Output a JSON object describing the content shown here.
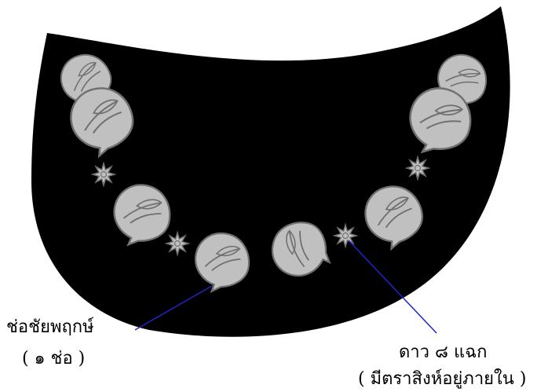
{
  "figure": {
    "background": "#ffffff",
    "badge_color": "#000000",
    "ornament_fill": "#c0c0c0",
    "ornament_stroke": "#6f6f6f",
    "leader_color": "#2323c8"
  },
  "labels": {
    "left_line1": "ช่อชัยพฤกษ์",
    "left_line2": "( ๑ ช่อ )",
    "right_line1": "ดาว ๘ แฉก",
    "right_line2": "( มีตราสิงห์อยู่ภายใน )"
  }
}
